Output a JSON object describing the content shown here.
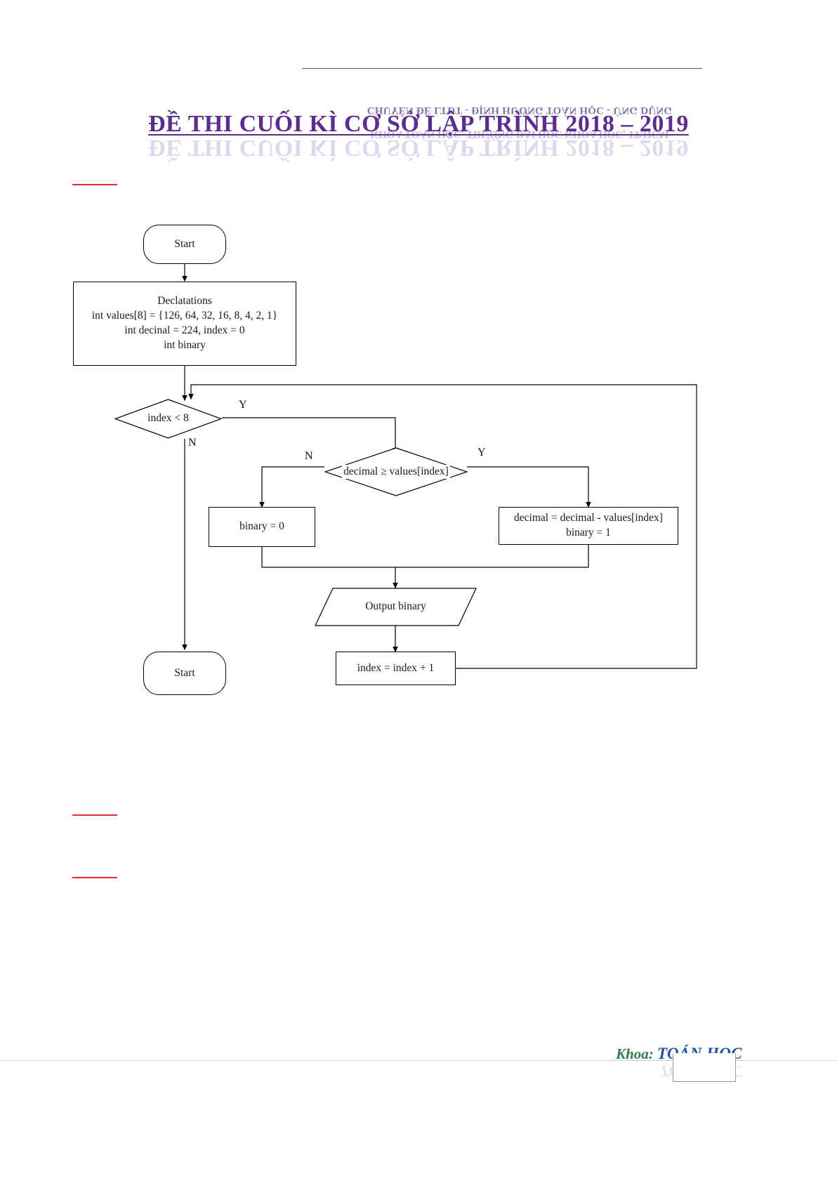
{
  "header": {
    "line_1": "CHUYÊN ĐỀ LTĐT - ĐỊNH HƯỚNG TOÁN HỌC - ỨNG DỤNG",
    "line_2": "KHOA TOÁN HỌC, TRƯỜNG ĐẠI HỌC KHOA HỌC, TP.HCM"
  },
  "title": "ĐỀ THI CUỐI KÌ CƠ SỞ LẬP TRÌNH 2018 – 2019",
  "colors": {
    "title": "#5b2d8e",
    "header": "#6a5c96",
    "red_marker": "#e8292b",
    "footer_khoa": "#2f7d4f",
    "footer_name": "#1f4fa3"
  },
  "flowchart": {
    "type": "flowchart",
    "nodes": [
      {
        "id": "start",
        "shape": "terminal",
        "text": "Start"
      },
      {
        "id": "decl",
        "shape": "process",
        "line1": "Declatations",
        "line2": "int values[8] = {126, 64, 32, 16, 8, 4, 2, 1}",
        "line3": "int decinal = 224, index = 0",
        "line4": "int binary"
      },
      {
        "id": "cond_index",
        "shape": "decision",
        "text": "index < 8"
      },
      {
        "id": "cond_dec",
        "shape": "decision",
        "text": "decimal ≥ values[index]"
      },
      {
        "id": "bin0",
        "shape": "process",
        "text": "binary = 0"
      },
      {
        "id": "sub",
        "shape": "process",
        "line1": "decimal = decimal - values[index]",
        "line2": "binary = 1"
      },
      {
        "id": "output",
        "shape": "io",
        "text": "Output binary"
      },
      {
        "id": "inc",
        "shape": "process",
        "text": "index = index + 1"
      },
      {
        "id": "end",
        "shape": "terminal",
        "text": "Start"
      }
    ],
    "edge_labels": {
      "index_yes": "Y",
      "index_no": "N",
      "dec_no": "N",
      "dec_yes": "Y"
    }
  },
  "footer": {
    "khoa_label": "Khoa:",
    "khoa_name": "TOÁN HỌC"
  }
}
